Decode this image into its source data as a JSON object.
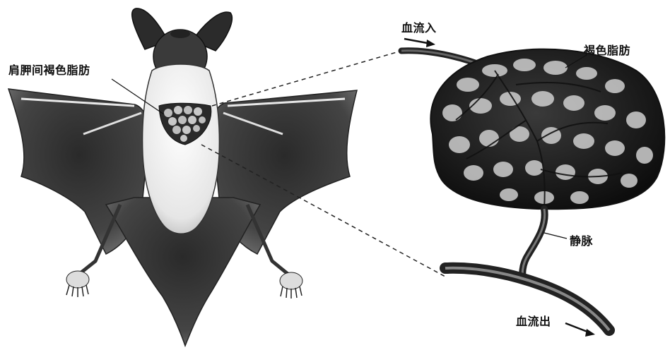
{
  "labels": {
    "interscapular_bat": "肩胛间褐色脂肪",
    "blood_in": "血流入",
    "brown_fat": "褐色脂肪",
    "vein": "静脉",
    "blood_out": "血流出"
  },
  "colors": {
    "ink": "#111111",
    "wing": "#3a3a3a",
    "fur": "#f2f2f2",
    "fat_dark": "#1e1e1e",
    "fat_light": "#cfcfcf"
  }
}
